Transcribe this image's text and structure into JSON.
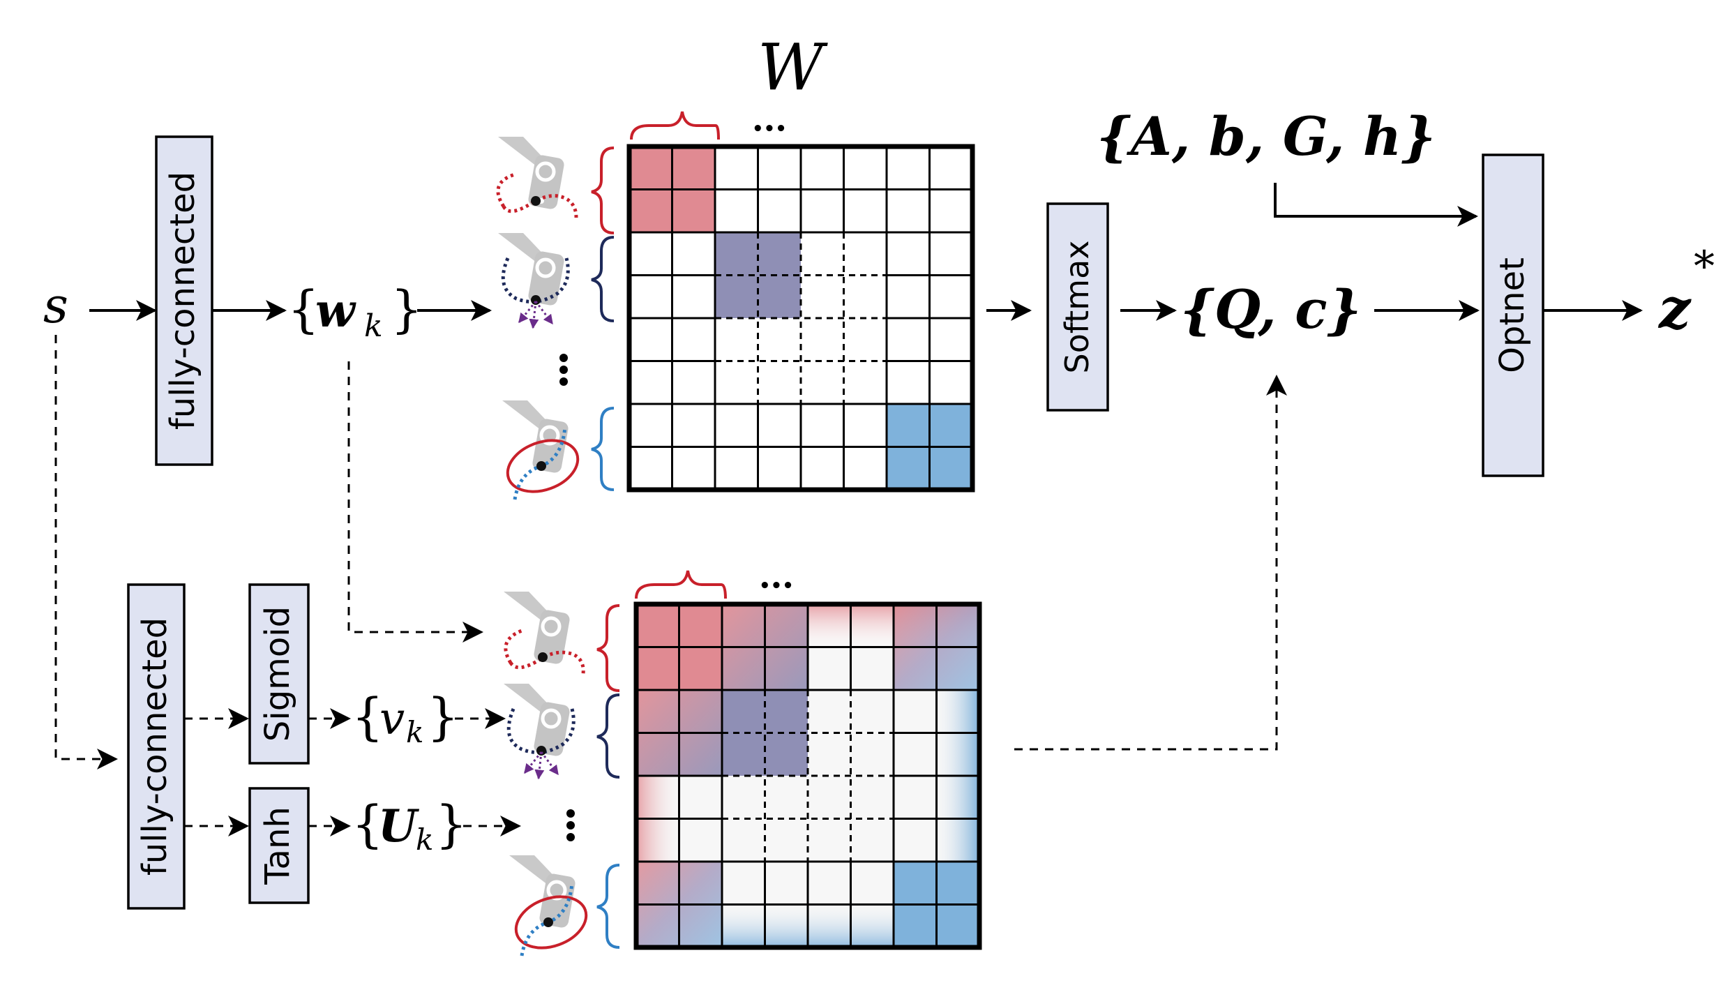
{
  "colors": {
    "box_fill": "#dfe3f2",
    "red": "#c8202a",
    "red_cell": "#e08a92",
    "navy": "#1e2a5a",
    "purple_cell": "#8f8fb5",
    "blue": "#2f7fc4",
    "blue_cell": "#7fb2db",
    "arrow_purple": "#6a2c8a",
    "robot_gray": "#bdbdbd"
  },
  "icons": [
    "robot-arm-icon",
    "trajectory-curve-icon",
    "ellipse-obstacle-icon",
    "brace-icon",
    "ellipsis-icon"
  ],
  "labels": {
    "input_s": "s",
    "fc_top": "fully-connected",
    "wk_open": "{",
    "wk": "w",
    "wk_sub": "k",
    "wk_close": "}",
    "W": "W",
    "dots_top": "•••",
    "softmax": "Softmax",
    "Qc": "{Q, c}",
    "Abgh": "{A, b, G, h}",
    "optnet": "Optnet",
    "z": "z",
    "z_star": "*",
    "fc_bottom": "fully-connected",
    "sigmoid": "Sigmoid",
    "tanh": "Tanh",
    "vk_open": "{",
    "vk": "v",
    "vk_sub": "k",
    "vk_close": "}",
    "Uk_open": "{",
    "Uk": "U",
    "Uk_sub": "k",
    "Uk_close": "}",
    "dots_bottom": "•••"
  }
}
